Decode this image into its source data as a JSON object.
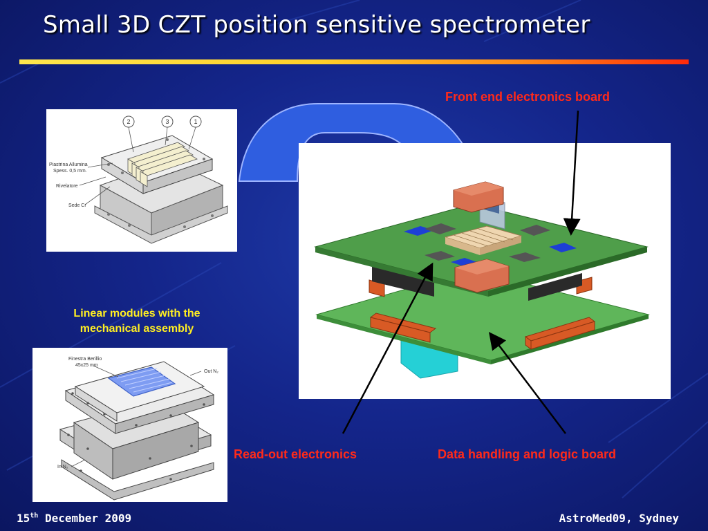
{
  "slide": {
    "title": "Small 3D CZT position sensitive spectrometer",
    "caption_linear_modules": "Linear modules with the mechanical assembly",
    "callouts": {
      "front_end": "Front end electronics board",
      "readout": "Read-out electronics",
      "data_handling": "Data handling and logic board"
    },
    "drawing_top": {
      "balloons": [
        "2",
        "3",
        "1"
      ],
      "labels": [
        "Piastrina Allumina",
        "Spess. 0,5 mm.",
        "Rivelatore",
        "Sede Cr"
      ]
    },
    "drawing_bottom": {
      "labels": [
        "Finestra Berillio",
        "45x25 mm",
        "Out N₂",
        "In N₂"
      ]
    },
    "footer": {
      "date_day": "15",
      "date_suffix": "th",
      "date_rest": " December 2009",
      "conference": "AstroMed09, Sydney"
    },
    "colors": {
      "accent_text": "#ff2a1a",
      "caption_text": "#ffee22",
      "arrow_fill": "#2f5ee0"
    }
  }
}
